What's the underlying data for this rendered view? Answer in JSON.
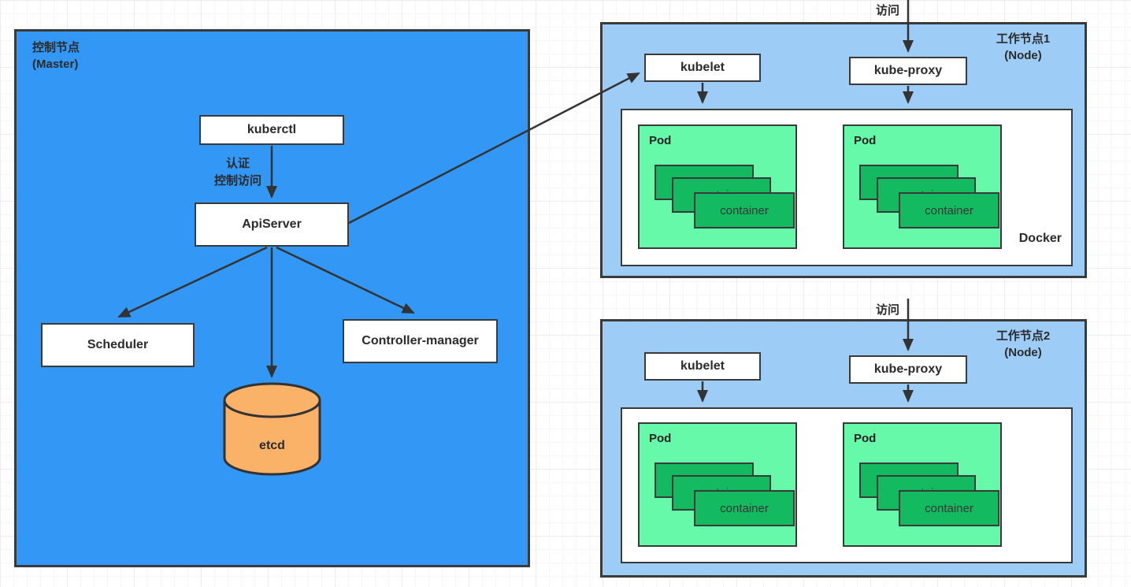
{
  "master": {
    "title": [
      "控制节点",
      "(Master)"
    ],
    "kuberctl": "kuberctl",
    "auth_label": [
      "认证",
      "控制访问"
    ],
    "apiserver": "ApiServer",
    "scheduler": "Scheduler",
    "controller_manager": "Controller-manager",
    "etcd": "etcd"
  },
  "node1": {
    "title": [
      "工作节点1",
      "(Node)"
    ],
    "visit": "访问",
    "kubelet": "kubelet",
    "kube_proxy": "kube-proxy",
    "docker": "Docker",
    "pods": [
      {
        "label": "Pod",
        "containers": [
          "container",
          "container",
          "container"
        ]
      },
      {
        "label": "Pod",
        "containers": [
          "container",
          "container",
          "container"
        ]
      }
    ]
  },
  "node2": {
    "title": [
      "工作节点2",
      "(Node)"
    ],
    "visit": "访问",
    "kubelet": "kubelet",
    "kube_proxy": "kube-proxy",
    "pods": [
      {
        "label": "Pod",
        "containers": [
          "container",
          "container",
          "container"
        ]
      },
      {
        "label": "Pod",
        "containers": [
          "container",
          "container",
          "container"
        ]
      }
    ]
  },
  "colors": {
    "master_fill": "#3397F6",
    "node_fill": "#9DCCF7",
    "pod_fill": "#66F9A9",
    "container_fill": "#14BA60",
    "etcd_fill": "#F9B267",
    "line": "#333333"
  }
}
